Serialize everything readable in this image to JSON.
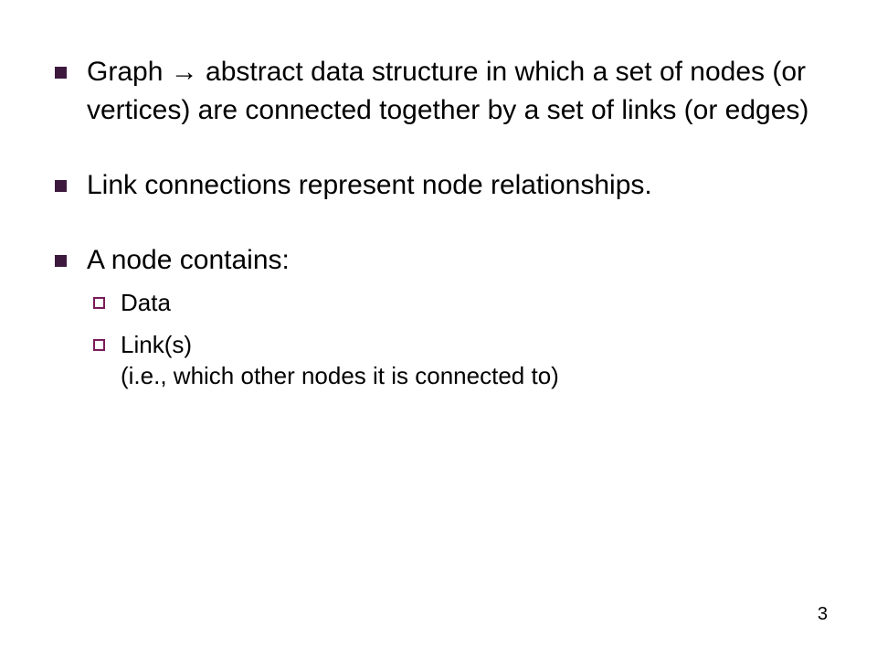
{
  "colors": {
    "bullet": "#3d1a3d",
    "sub_bullet": "#7a1b5a",
    "text": "#000000",
    "background": "#ffffff"
  },
  "bullets": [
    {
      "text": "Graph → abstract data structure in which a set of nodes (or vertices) are connected together by a set of links (or edges)"
    },
    {
      "text": "Link connections represent node relationships."
    },
    {
      "text": "A node contains:"
    }
  ],
  "sub_bullets": [
    {
      "lines": [
        "Data"
      ]
    },
    {
      "lines": [
        "Link(s)",
        "(i.e., which other nodes it is connected to)"
      ]
    }
  ],
  "page_number": "3"
}
